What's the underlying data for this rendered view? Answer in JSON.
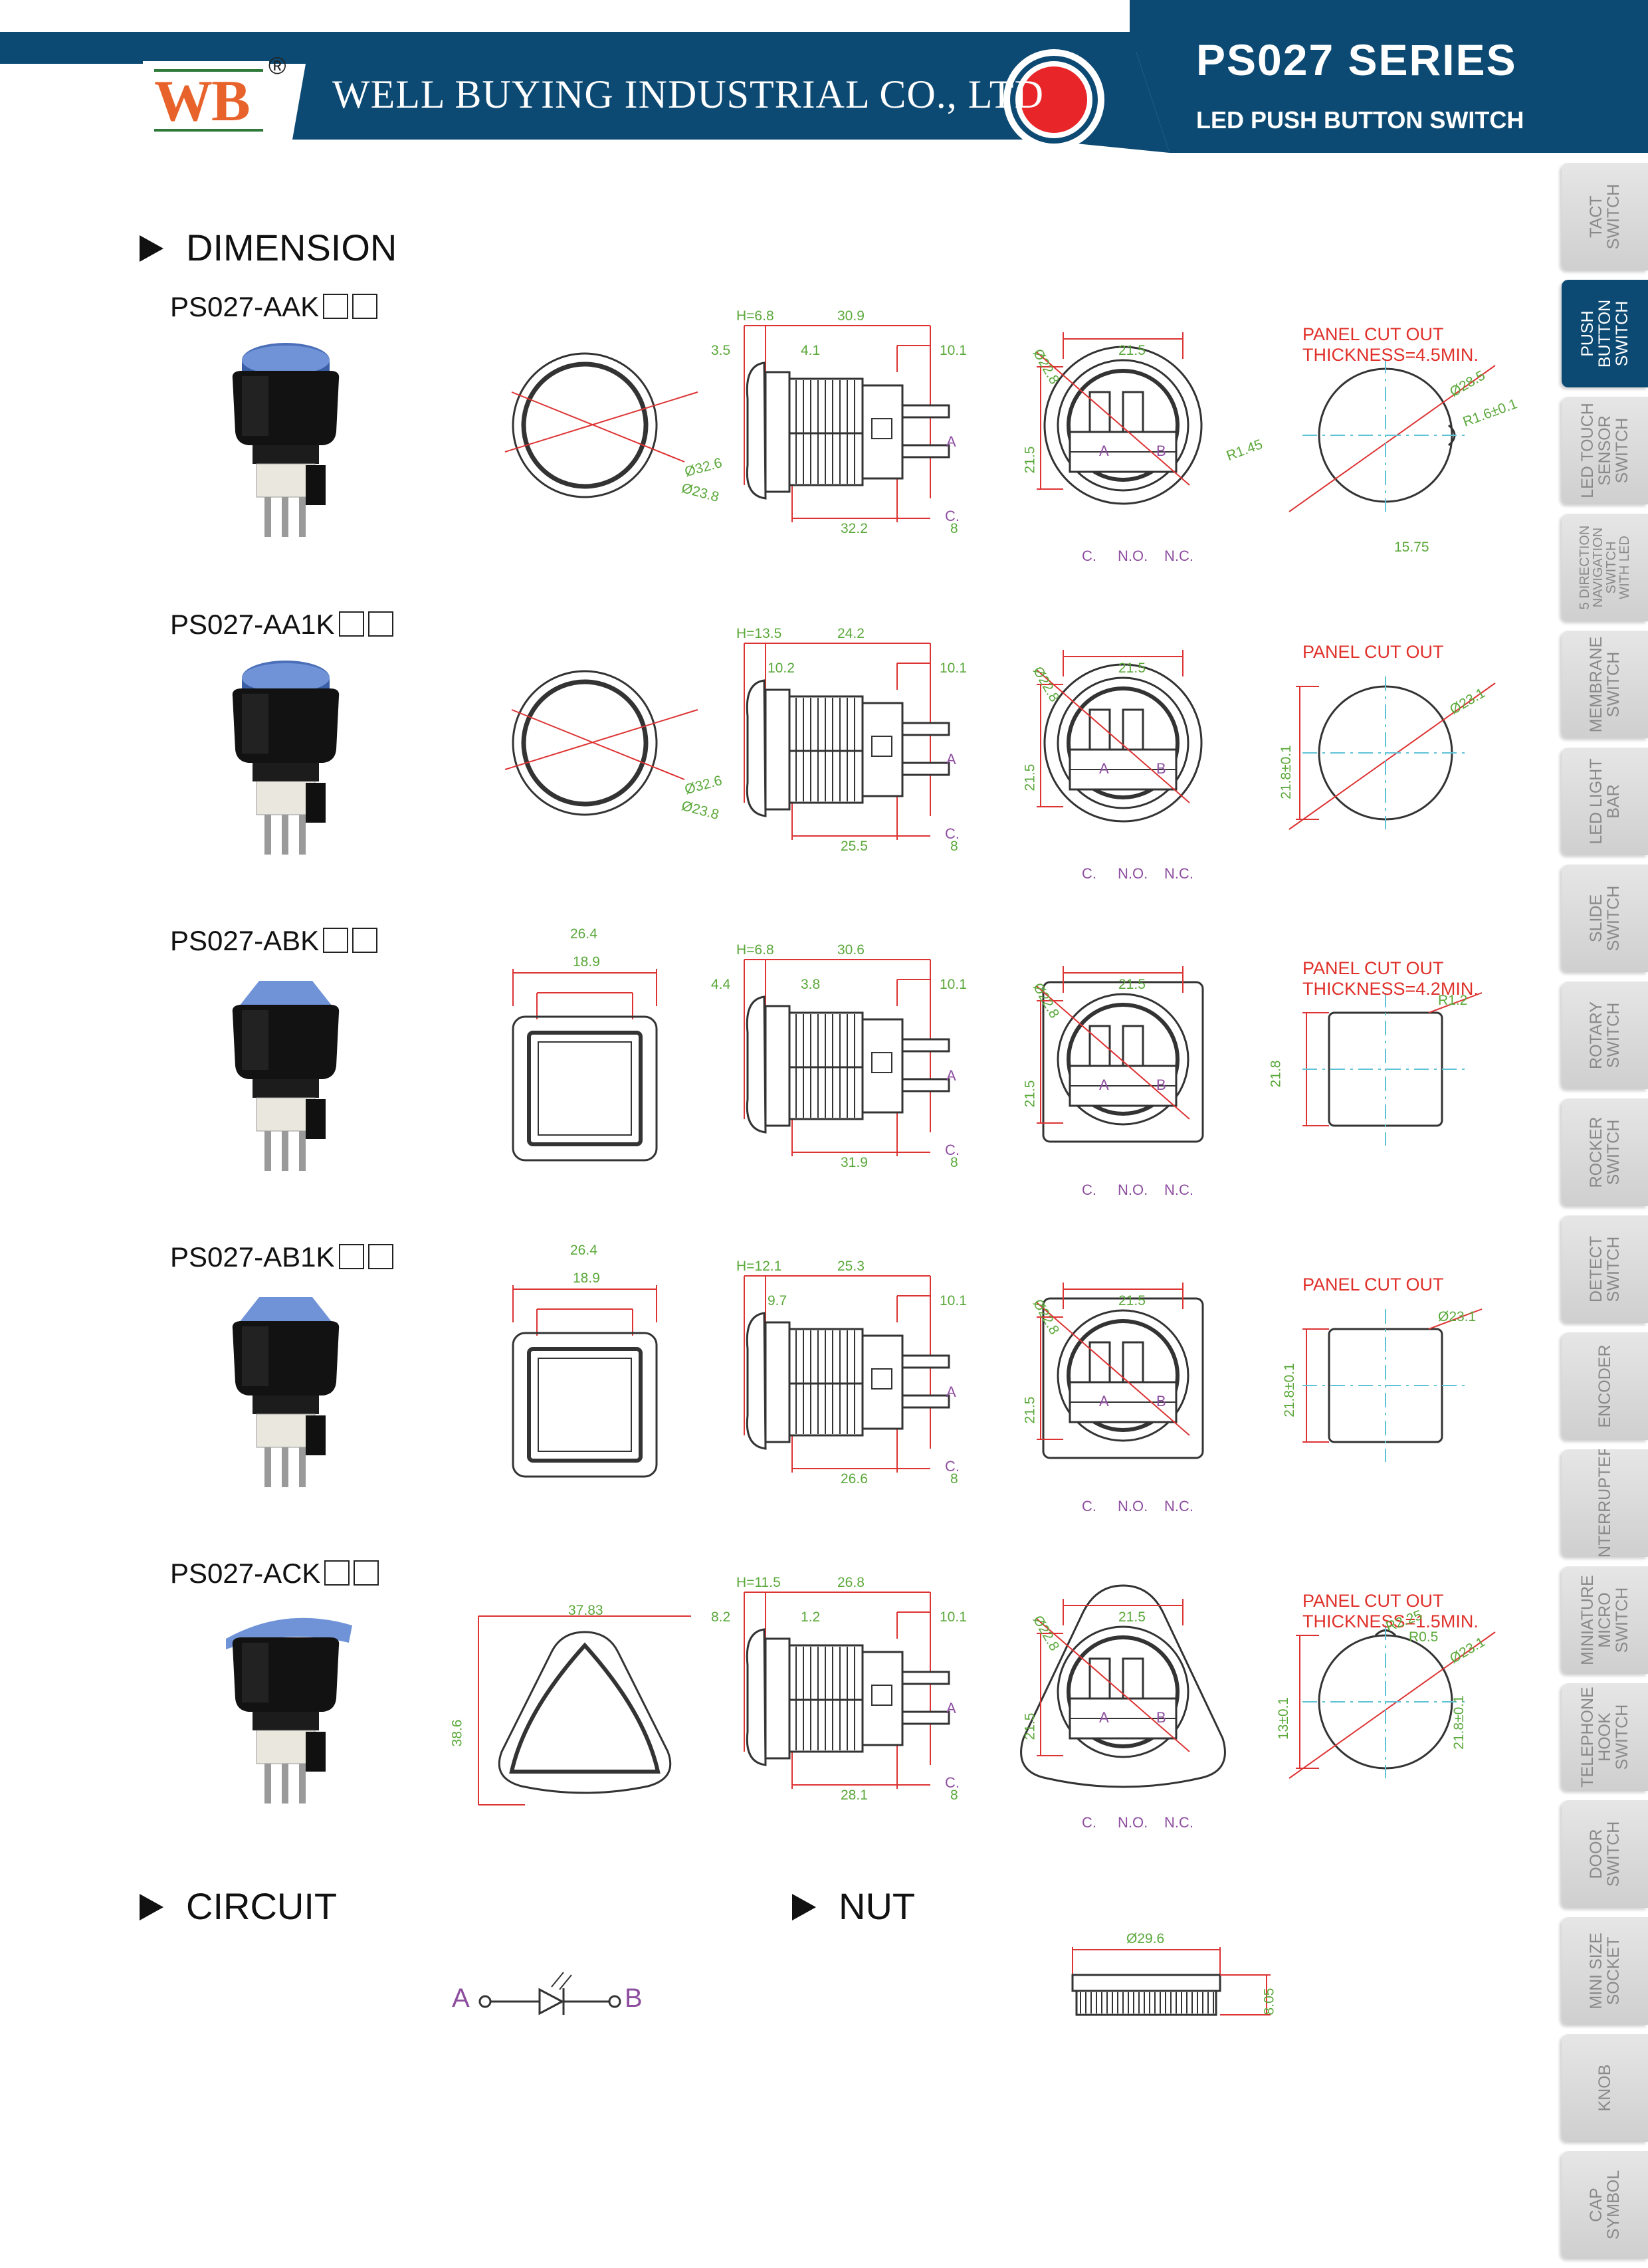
{
  "header": {
    "logo": "WB",
    "registered": "®",
    "company": "WELL BUYING INDUSTRIAL CO., LTD",
    "series": "PS027 SERIES",
    "subtitle": "LED PUSH BUTTON SWITCH"
  },
  "tabs": [
    {
      "label": "TACT\nSWITCH",
      "active": false
    },
    {
      "label": "PUSH\nBUTTON\nSWITCH",
      "active": true
    },
    {
      "label": "LED TOUCH\nSENSOR\nSWITCH",
      "active": false
    },
    {
      "label": "5 DIRECTION\nNAVIGATION\nSWITCH\nWITH LED",
      "active": false
    },
    {
      "label": "MEMBRANE\nSWITCH",
      "active": false
    },
    {
      "label": "LED LIGHT\nBAR",
      "active": false
    },
    {
      "label": "SLIDE\nSWITCH",
      "active": false
    },
    {
      "label": "ROTARY\nSWITCH",
      "active": false
    },
    {
      "label": "ROCKER\nSWITCH",
      "active": false
    },
    {
      "label": "DETECT\nSWITCH",
      "active": false
    },
    {
      "label": "ENCODER",
      "active": false
    },
    {
      "label": "INTERRUPTER",
      "active": false
    },
    {
      "label": "MINIATURE\nMICRO\nSWITCH",
      "active": false
    },
    {
      "label": "TELEPHONE\nHOOK\nSWITCH",
      "active": false
    },
    {
      "label": "DOOR\nSWITCH",
      "active": false
    },
    {
      "label": "MINI SIZE\nSOCKET",
      "active": false
    },
    {
      "label": "KNOB",
      "active": false
    },
    {
      "label": "CAP\nSYMBOL",
      "active": false
    }
  ],
  "sections": {
    "dimension": "DIMENSION",
    "circuit": "CIRCUIT",
    "nut": "NUT"
  },
  "models": [
    {
      "name": "PS027-AAK",
      "shape": "round",
      "front": {
        "d1": "Ø32.6",
        "d2": "Ø23.8"
      },
      "side": {
        "h": "H=6.8",
        "l": "30.9",
        "a": "3.5",
        "b": "4.1",
        "c": "10.1",
        "bottom": "32.2",
        "term": "8"
      },
      "rear": {
        "w": "21.5",
        "dia": "Ø22.8",
        "h": "21.5",
        "r": "R1.45"
      },
      "panel": {
        "title": "PANEL CUT OUT\nTHICKNESS=4.5MIN.",
        "d1": "Ø28.5",
        "d2": "R1.6±0.1",
        "d3": "15.75"
      }
    },
    {
      "name": "PS027-AA1K",
      "shape": "round",
      "front": {
        "d1": "Ø32.6",
        "d2": "Ø23.8"
      },
      "side": {
        "h": "H=13.5",
        "l": "24.2",
        "a": "",
        "b": "10.2",
        "c": "10.1",
        "bottom": "25.5",
        "term": "8"
      },
      "rear": {
        "w": "21.5",
        "dia": "Ø22.8",
        "h": "21.5",
        "r": ""
      },
      "panel": {
        "title": "PANEL CUT OUT",
        "d1": "Ø23.1",
        "d2": "21.8±0.1",
        "d3": ""
      }
    },
    {
      "name": "PS027-ABK",
      "shape": "square",
      "front": {
        "d1": "26.4",
        "d2": "18.9"
      },
      "side": {
        "h": "H=6.8",
        "l": "30.6",
        "a": "4.4",
        "b": "3.8",
        "c": "10.1",
        "bottom": "31.9",
        "term": "8"
      },
      "rear": {
        "w": "21.5",
        "dia": "Ø22.8",
        "h": "21.5",
        "r": ""
      },
      "panel": {
        "title": "PANEL CUT OUT\nTHICKNESS=4.2MIN.",
        "d1": "R1.2",
        "d2": "21.8",
        "d3": ""
      }
    },
    {
      "name": "PS027-AB1K",
      "shape": "square",
      "front": {
        "d1": "26.4",
        "d2": "18.9"
      },
      "side": {
        "h": "H=12.1",
        "l": "25.3",
        "a": "",
        "b": "9.7",
        "c": "10.1",
        "bottom": "26.6",
        "term": "8"
      },
      "rear": {
        "w": "21.5",
        "dia": "Ø22.8",
        "h": "21.5",
        "r": ""
      },
      "panel": {
        "title": "PANEL CUT OUT",
        "d1": "Ø23.1",
        "d2": "21.8±0.1",
        "d3": ""
      }
    },
    {
      "name": "PS027-ACK",
      "shape": "triangle",
      "front": {
        "d1": "37.83",
        "d2": "38.6"
      },
      "side": {
        "h": "H=11.5",
        "l": "26.8",
        "a": "8.2",
        "b": "1.2",
        "c": "10.1",
        "bottom": "28.1",
        "term": "8"
      },
      "rear": {
        "w": "21.5",
        "dia": "Ø22.8",
        "h": "21.5",
        "r": ""
      },
      "panel": {
        "title": "PANEL CUT OUT\nTHICKNESS=1.5MIN.",
        "d1": "Ø23.1",
        "d2": "21.8±0.1",
        "d3": "13±0.1",
        "r1": "R2.25",
        "r2": "R0.5"
      }
    }
  ],
  "pins": {
    "a": "A",
    "b": "B",
    "c": "C.",
    "c2": "C.",
    "no": "N.O.",
    "nc": "N.C."
  },
  "circuit": {
    "a": "A",
    "b": "B"
  },
  "nut": {
    "dia": "Ø29.6",
    "h": "8.05"
  },
  "colors": {
    "header_bg": "#0d4a73",
    "accent_red": "#e0302a",
    "dim_green": "#5aa83a",
    "pin_purple": "#8e4ea0",
    "cap_blue": "#4b6fb8"
  }
}
